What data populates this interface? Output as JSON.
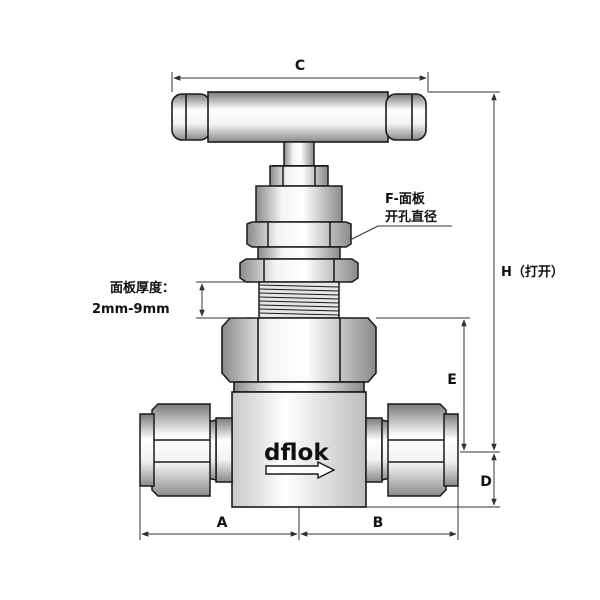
{
  "dimensions": {
    "c": "C",
    "h": "H（打开）",
    "e": "E",
    "d": "D",
    "a": "A",
    "b": "B"
  },
  "annotations": {
    "panel_hole_line1": "F-面板",
    "panel_hole_line2": "开孔直径",
    "panel_thickness_line1": "面板厚度：",
    "panel_thickness_line2": "2mm-9mm"
  },
  "brand": "dflok",
  "colors": {
    "stroke": "#1a1a1a",
    "body_light": "#ffffff",
    "body_mid": "#d9d9d9",
    "body_dark": "#8c8c8c",
    "dim_line": "#333333"
  }
}
